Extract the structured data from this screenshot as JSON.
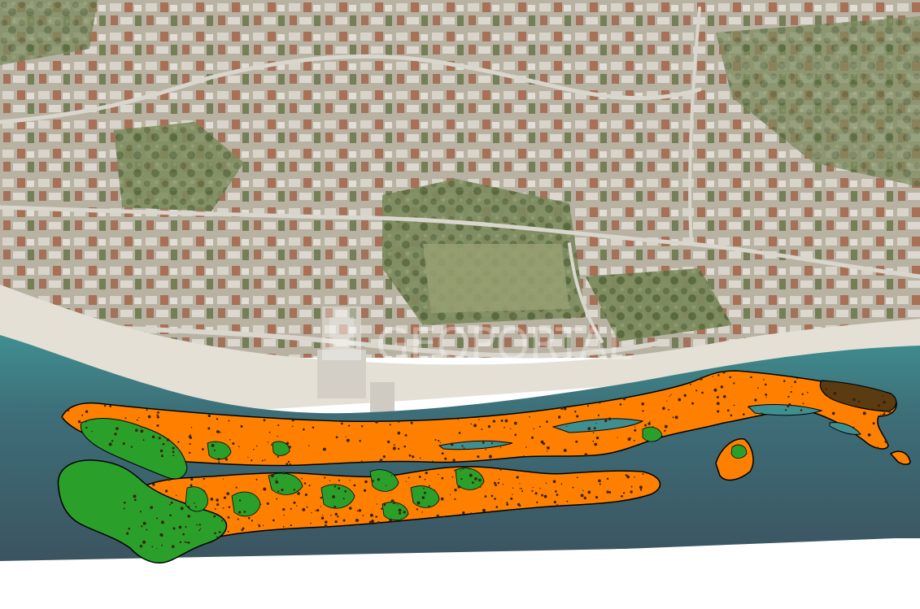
{
  "map": {
    "watermark": {
      "text": "GEOPORTAL"
    },
    "colors": {
      "urban_land": "#b9b4a4",
      "vegetation": "#6f7f52",
      "road": "#d9d6cd",
      "beach": "#e4e0d6",
      "sea_shallow": "#3f8f90",
      "sea_deep": "#3b5460",
      "habitat_orange": "#ff8000",
      "habitat_green": "#2aa02a",
      "habitat_outline": "#000000"
    },
    "layers": [
      {
        "name": "orthophoto-basemap"
      },
      {
        "name": "habitat-orange"
      },
      {
        "name": "habitat-green"
      }
    ]
  }
}
